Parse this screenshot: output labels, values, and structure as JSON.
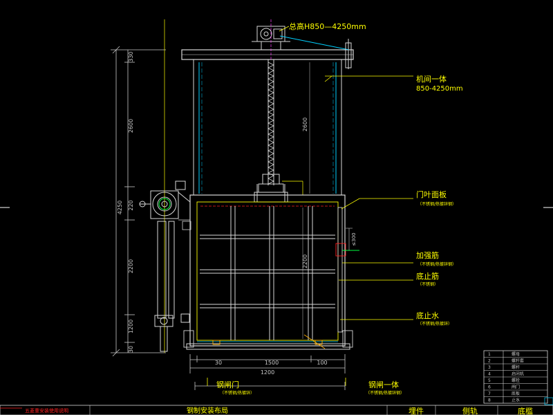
{
  "drawing": {
    "callouts": {
      "total_height": "总高H850—4250mm",
      "machine_body_line1": "机间一体",
      "machine_body_line2": "850-4250mm",
      "gate_panel": "门叶面板",
      "gate_panel_note": "（不锈钢/热镀锌钢）",
      "reinforcing_rib": "加强筋",
      "reinforcing_rib_note": "（不锈钢/热镀锌钢）",
      "bottom_stop": "底止筋",
      "bottom_stop_note": "（不锈钢）",
      "bottom_water_stop": "底止水",
      "bottom_water_stop_note": "（不锈钢/热镀锌）",
      "steel_gate": "钢闸门",
      "steel_gate_note": "（不锈钢/热镀锌）",
      "steel_gate_integrated": "钢闸一体",
      "steel_gate_integrated_note": "（不锈钢/热镀锌钢）"
    },
    "dimensions": {
      "left_total": "4250",
      "left_seg_top": "330",
      "left_seg_upper": "2600",
      "left_seg_mid1": "220",
      "left_seg_mid2": "2200",
      "left_seg_low": "1200",
      "left_seg_bottom": "30",
      "inner_upper": "2600",
      "inner_lower": "2200",
      "right_small": "≤300",
      "bottom_left": "30",
      "bottom_mid": "1500",
      "bottom_right": "100",
      "bottom_total": "1200"
    },
    "colors": {
      "frame": "#d8d8d8",
      "cyan": "#00d0ff",
      "yellow": "#ffff00",
      "green": "#00ff40",
      "red": "#ff2020",
      "orange": "#ffb000",
      "magenta": "#ff40ff",
      "dim": "#c8c8c8"
    }
  },
  "title_block": {
    "rows": [
      {
        "num": "1",
        "name": "螺母"
      },
      {
        "num": "2",
        "name": "螺杆套"
      },
      {
        "num": "3",
        "name": "螺杆"
      },
      {
        "num": "4",
        "name": "启闭机"
      },
      {
        "num": "5",
        "name": "螺栓"
      },
      {
        "num": "6",
        "name": "闸门"
      },
      {
        "num": "7",
        "name": "底板"
      },
      {
        "num": "8",
        "name": "止水"
      }
    ]
  },
  "status_bar": {
    "left_note": "五菱重安装使用说明",
    "title": "钢制安装布局",
    "tab_embedded": "埋件",
    "tab_side_rail": "侧轨",
    "tab_bottom_sill": "底槛"
  }
}
